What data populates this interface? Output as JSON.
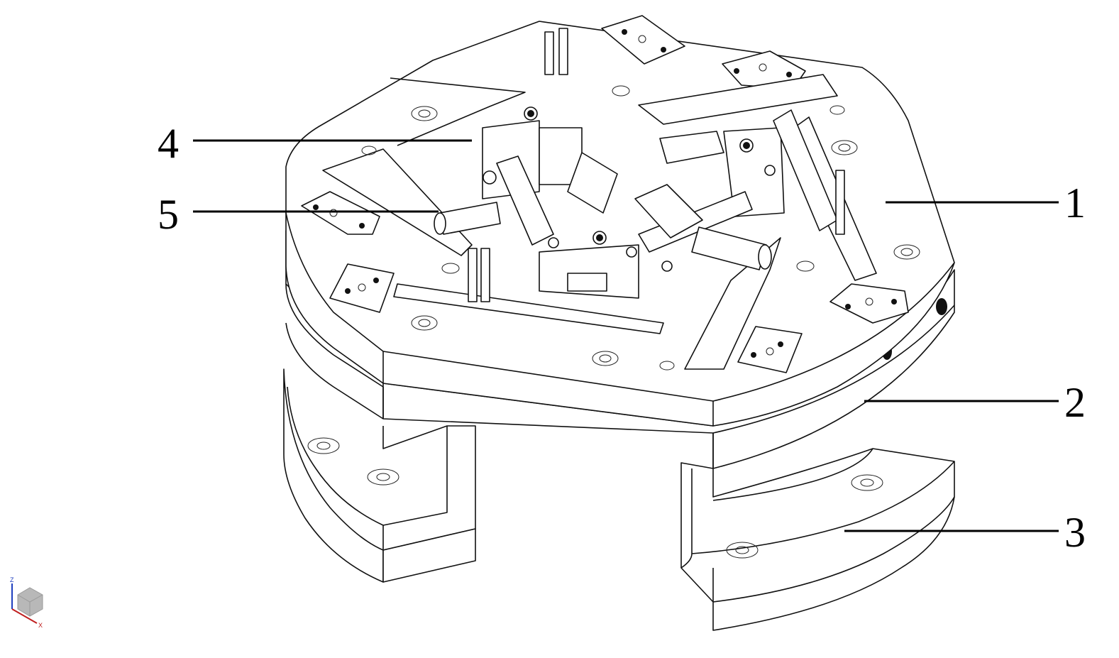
{
  "callouts": [
    {
      "id": "1",
      "label": "1"
    },
    {
      "id": "2",
      "label": "2"
    },
    {
      "id": "3",
      "label": "3"
    },
    {
      "id": "4",
      "label": "4"
    },
    {
      "id": "5",
      "label": "5"
    }
  ],
  "triad": {
    "z_label": "Z",
    "x_label": "X",
    "colors": {
      "z": "#1f3fbf",
      "x": "#c02020",
      "cube": "#b8b8b8"
    }
  }
}
